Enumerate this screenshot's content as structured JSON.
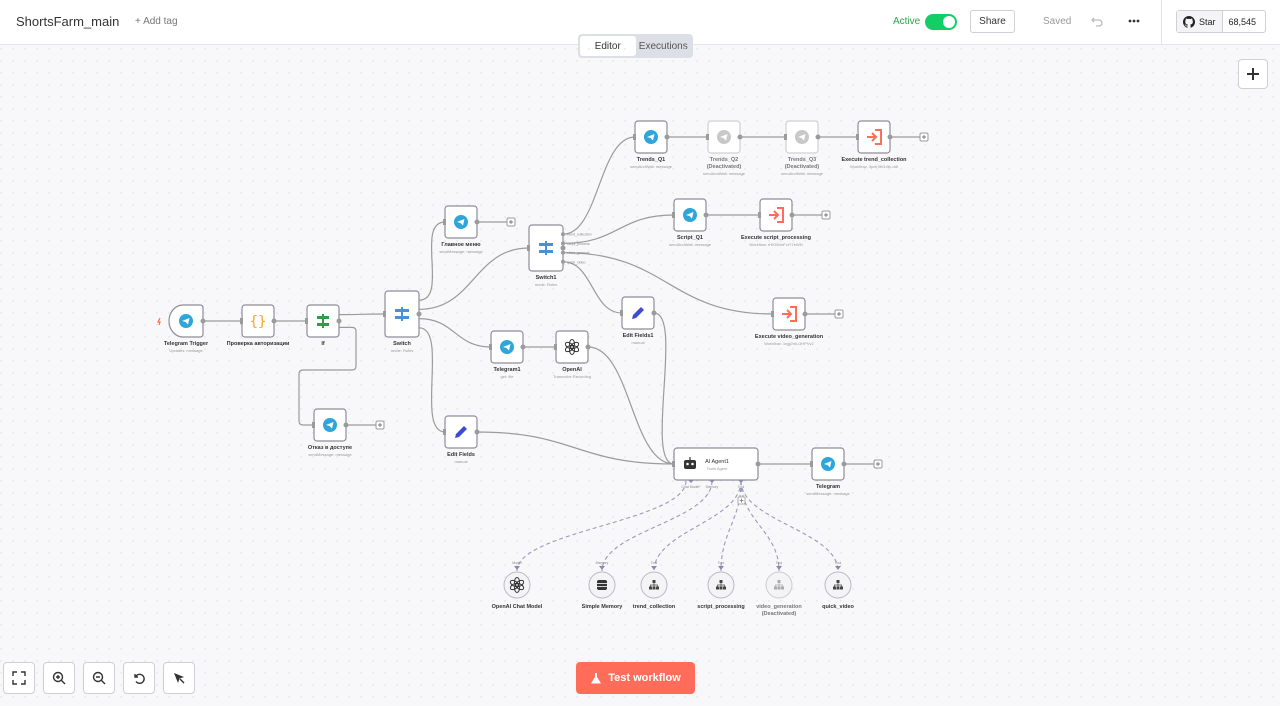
{
  "header": {
    "workflow_name": "ShortsFarm_main",
    "add_tag": "+ Add tag",
    "active_label": "Active",
    "share": "Share",
    "saved": "Saved",
    "github_star": "Star",
    "github_count": "68,545"
  },
  "tabs": [
    {
      "label": "Editor",
      "active": true
    },
    {
      "label": "Executions",
      "active": false
    }
  ],
  "canvas": {
    "nodes": [
      {
        "id": "trigger",
        "label": "Telegram Trigger",
        "sub": "Updates: message",
        "icon": "telegram",
        "kind": "trigger"
      },
      {
        "id": "auth",
        "label": "Проверка авторизации",
        "sub": "",
        "icon": "code",
        "kind": "node"
      },
      {
        "id": "if",
        "label": "If",
        "sub": "",
        "icon": "if",
        "kind": "node"
      },
      {
        "id": "switch",
        "label": "Switch",
        "sub": "mode: Rules",
        "icon": "switch",
        "kind": "node"
      },
      {
        "id": "main_menu",
        "label": "Главное меню",
        "sub": "sendMessage: message",
        "icon": "telegram",
        "kind": "node"
      },
      {
        "id": "telegram1",
        "label": "Telegram1",
        "sub": "get: file",
        "icon": "telegram",
        "kind": "node"
      },
      {
        "id": "openai",
        "label": "OpenAI",
        "sub": "Transcribe Recording",
        "icon": "openai",
        "kind": "node"
      },
      {
        "id": "edit_fields",
        "label": "Edit Fields",
        "sub": "manual",
        "icon": "pencil",
        "kind": "node"
      },
      {
        "id": "deny",
        "label": "Отказ в доступе",
        "sub": "sendMessage: message",
        "icon": "telegram",
        "kind": "node"
      },
      {
        "id": "switch1",
        "label": "Switch1",
        "sub": "mode: Rules",
        "icon": "switch",
        "kind": "node"
      },
      {
        "id": "trends_q1",
        "label": "Trends_Q1",
        "sub": "sendAndWait: message",
        "icon": "telegram",
        "kind": "node"
      },
      {
        "id": "trends_q2",
        "label": "Trends_Q2",
        "label2": "(Deactivated)",
        "sub": "sendAndWait: message",
        "icon": "telegram",
        "kind": "disabled"
      },
      {
        "id": "trends_q3",
        "label": "Trends_Q3",
        "label2": "(Deactivated)",
        "sub": "sendAndWait: message",
        "icon": "telegram",
        "kind": "disabled"
      },
      {
        "id": "exec_trend",
        "label": "Execute trend_collection",
        "sub": "Workflow: 3pcfr3Kl1r5n.ddl",
        "icon": "execute",
        "kind": "node"
      },
      {
        "id": "script_q1",
        "label": "Script_Q1",
        "sub": "sendAndWait: message",
        "icon": "telegram",
        "kind": "node"
      },
      {
        "id": "exec_script",
        "label": "Execute script_processing",
        "sub": "Workflow: rHlOWmFxIY7eWN",
        "icon": "execute",
        "kind": "node"
      },
      {
        "id": "exec_video",
        "label": "Execute video_generation",
        "sub": "Workflow: 1ngj2mLOHPVv2",
        "icon": "execute",
        "kind": "node"
      },
      {
        "id": "edit_fields1",
        "label": "Edit Fields1",
        "sub": "manual",
        "icon": "pencil",
        "kind": "node"
      },
      {
        "id": "ai_agent",
        "label": "AI Agent1",
        "sub": "Tools Agent",
        "icon": "robot",
        "kind": "agent"
      },
      {
        "id": "telegram",
        "label": "Telegram",
        "sub": "sendMessage: message",
        "icon": "telegram",
        "kind": "node"
      },
      {
        "id": "openai_chat",
        "label": "OpenAI Chat Model",
        "sub": "",
        "icon": "openai",
        "kind": "circle"
      },
      {
        "id": "memory",
        "label": "Simple Memory",
        "sub": "",
        "icon": "database",
        "kind": "circle"
      },
      {
        "id": "tool_trend",
        "label": "trend_collection",
        "sub": "",
        "icon": "sitemap",
        "kind": "circle"
      },
      {
        "id": "tool_script",
        "label": "script_processing",
        "sub": "",
        "icon": "sitemap",
        "kind": "circle"
      },
      {
        "id": "tool_video",
        "label": "video_generation",
        "label2": "(Deactivated)",
        "sub": "",
        "icon": "sitemap",
        "kind": "circle-disabled"
      },
      {
        "id": "tool_quick",
        "label": "quick_video",
        "sub": "",
        "icon": "sitemap",
        "kind": "circle"
      }
    ],
    "port_labels": {
      "switch1": [
        "trend_collection",
        "script_process",
        "video_generat",
        "quick_video"
      ],
      "agent": [
        "Chat Model*",
        "Memory",
        "Tool"
      ],
      "subnodes": [
        "Model",
        "Memory",
        "Tool",
        "Tool",
        "Tool",
        "Tool"
      ]
    }
  },
  "bottom": {
    "test_workflow": "Test workflow"
  },
  "colors": {
    "accent": "#ff6d5a",
    "active_green": "#13ce66",
    "telegram_blue": "#2ea6dc",
    "execute_red": "#ff6d5a",
    "switch_blue": "#4a90d9"
  },
  "icons": [
    "telegram-icon",
    "code-icon",
    "if-icon",
    "switch-icon",
    "openai-icon",
    "pencil-icon",
    "execute-icon",
    "robot-icon",
    "database-icon",
    "sitemap-icon",
    "bolt-icon",
    "plus-icon",
    "fit-view-icon",
    "zoom-in-icon",
    "zoom-out-icon",
    "reset-icon",
    "cursor-icon",
    "flask-icon",
    "github-icon",
    "undo-icon",
    "more-icon"
  ]
}
